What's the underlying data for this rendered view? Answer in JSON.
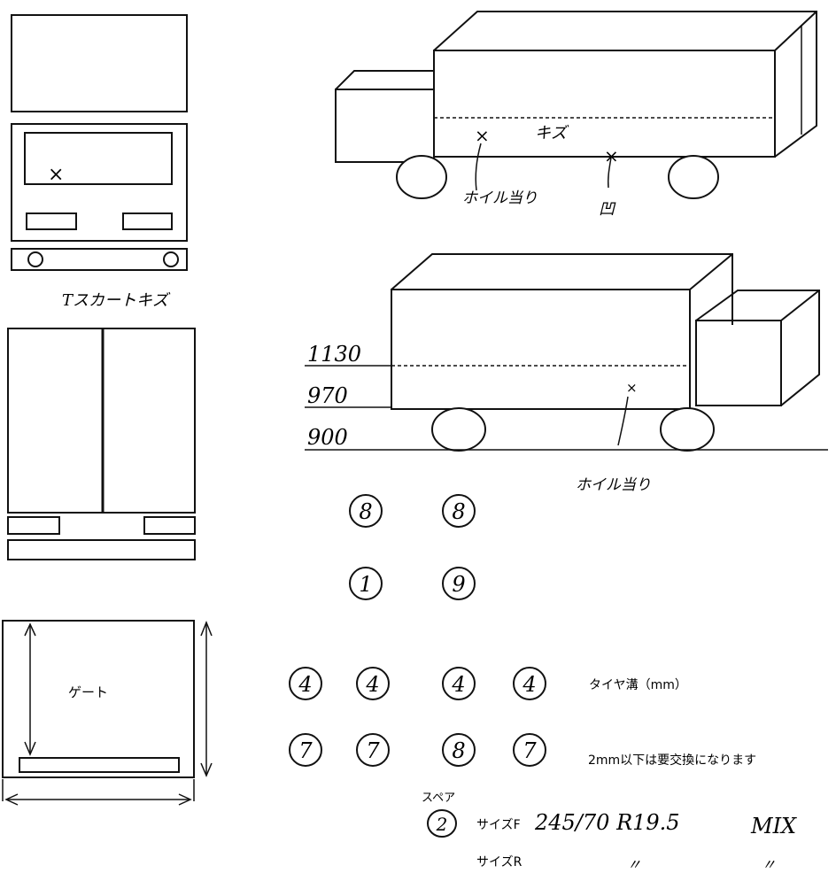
{
  "front_view": {
    "note": "Tスカートキズ",
    "mark": "×"
  },
  "rear_gate": {
    "label": "ゲート"
  },
  "side_view_upper": {
    "note_wheel": "ホイル当り",
    "note_kizu": "キズ",
    "note_hekomi": "凹",
    "mark": "×"
  },
  "side_view_lower": {
    "heights": [
      "1130",
      "970",
      "900"
    ],
    "note_wheel": "ホイル当り",
    "mark": "×"
  },
  "tires": {
    "front_row1": [
      "8",
      "8"
    ],
    "front_row2": [
      "1",
      "9"
    ],
    "rear_row1": [
      "4",
      "4",
      "4",
      "4"
    ],
    "rear_row2": [
      "7",
      "7",
      "8",
      "7"
    ],
    "spare_label": "スペア",
    "spare_value": "2",
    "tread_label": "タイヤ溝（mm）",
    "replace_note": "2mm以下は要交換になります",
    "size_f_label": "サイズF",
    "size_f_value": "245/70 R19.5",
    "size_f_mix": "MIX",
    "size_r_label": "サイズR",
    "ditto_1": "〃",
    "ditto_2": "〃"
  }
}
